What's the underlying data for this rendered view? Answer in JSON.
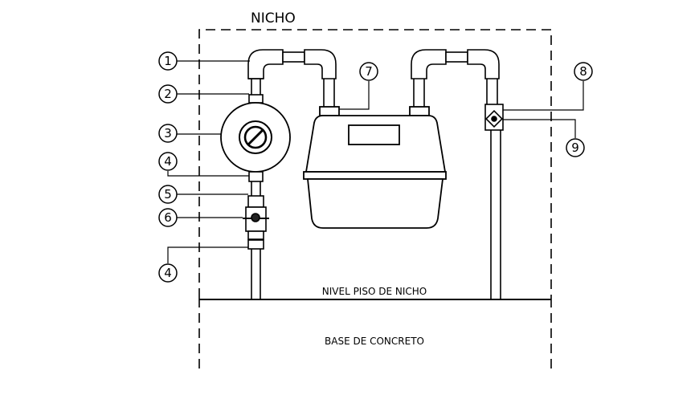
{
  "diagram": {
    "title": "NICHO",
    "floor_label": "NIVEL PISO DE NICHO",
    "base_label": "BASE DE CONCRETO",
    "callouts": [
      "1",
      "2",
      "3",
      "4",
      "5",
      "6",
      "7",
      "8",
      "9",
      "4"
    ]
  }
}
